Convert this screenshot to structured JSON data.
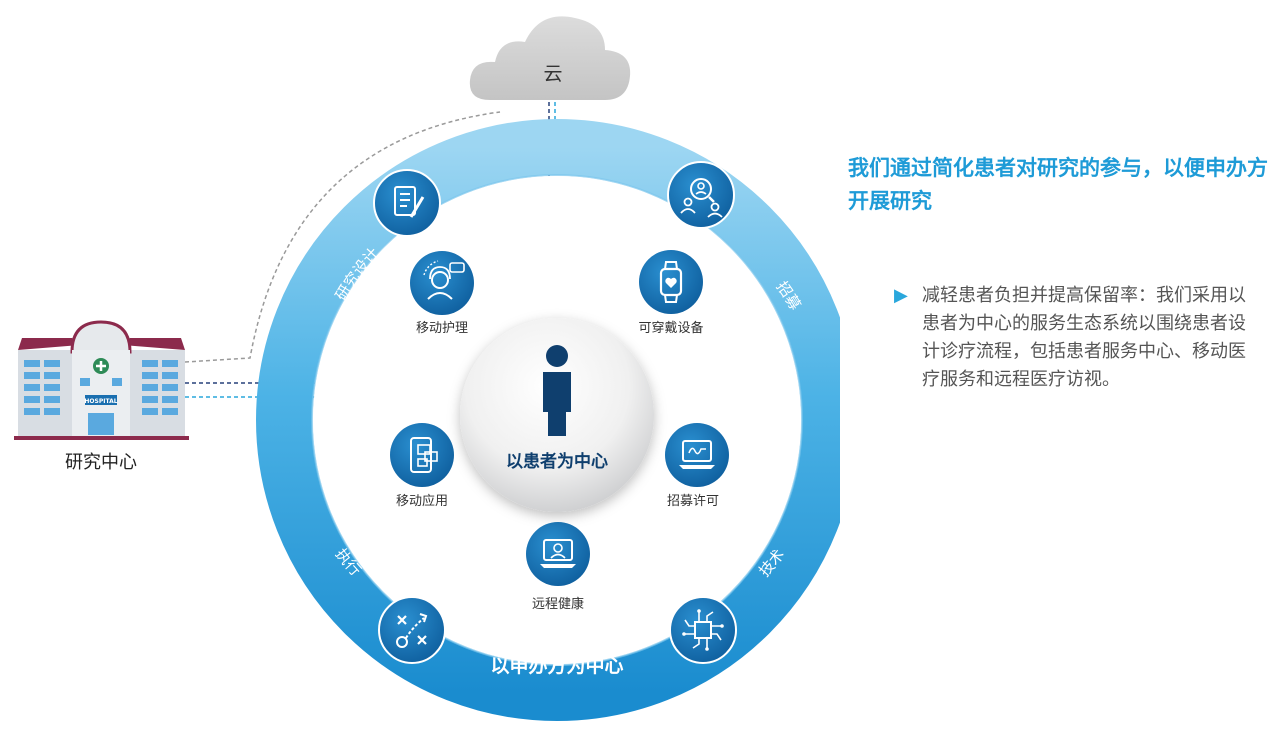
{
  "cloud_label": "云",
  "research_center_label": "研究中心",
  "hospital_sign": "HOSPITAL",
  "ring_labels": {
    "study_design": "研究设计",
    "recruitment": "招募",
    "execution": "执行",
    "technology": "技术",
    "sponsor_centric": "以申办方为中心"
  },
  "center_label": "以患者为中心",
  "inner_services": [
    {
      "id": "mobile-nursing",
      "label": "移动护理",
      "icon": "nurse-headset-icon"
    },
    {
      "id": "wearables",
      "label": "可穿戴设备",
      "icon": "smartwatch-heart-icon"
    },
    {
      "id": "mobile-app",
      "label": "移动应用",
      "icon": "mobile-app-icon"
    },
    {
      "id": "recruit-consent",
      "label": "招募许可",
      "icon": "laptop-signature-icon"
    },
    {
      "id": "telehealth",
      "label": "远程健康",
      "icon": "laptop-doctor-icon"
    }
  ],
  "outer_icons": {
    "study_design": "document-pen-icon",
    "recruitment": "people-search-icon",
    "execution": "strategy-play-icon",
    "technology": "circuit-chip-icon"
  },
  "colors": {
    "ring_blue": "#2e9fd8",
    "icon_circle": "#1a78b8",
    "title_blue": "#1e9bd7",
    "body_text": "#555555",
    "hospital_roof": "#8c2a4c"
  },
  "side_panel": {
    "title": "我们通过简化患者对研究的参与，以便申办方开展研究",
    "bullet": "减轻患者负担并提高保留率：我们采用以患者为中心的服务生态系统以围绕患者设计诊疗流程，包括患者服务中心、移动医疗服务和远程医疗访视。",
    "bullet_marker": "▶"
  }
}
